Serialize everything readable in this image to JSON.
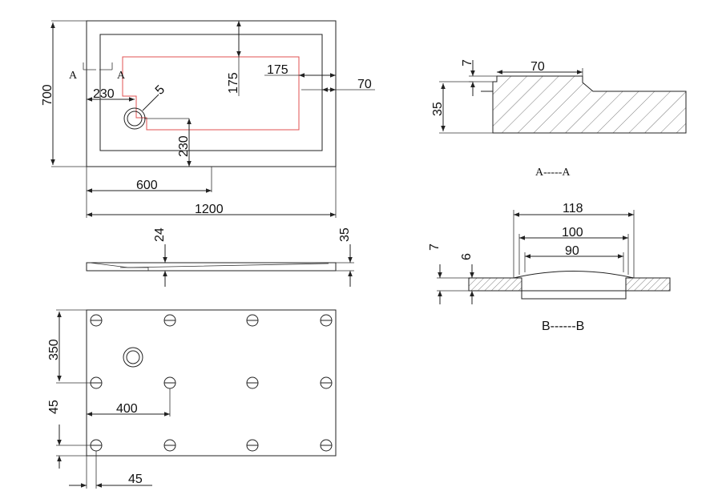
{
  "plan_view": {
    "dim_700": "700",
    "dim_175_v": "175",
    "dim_175_h": "175",
    "dim_70": "70",
    "dim_230_h": "230",
    "dim_230_v": "230",
    "dim_5": "5",
    "dim_600": "600",
    "dim_1200": "1200",
    "section_mark_left": "A",
    "section_mark_right": "A"
  },
  "side_view": {
    "dim_24": "24",
    "dim_35": "35"
  },
  "bottom_view": {
    "dim_350": "350",
    "dim_45_v": "45",
    "dim_400": "400",
    "dim_45_h": "45"
  },
  "section_a": {
    "dim_7": "7",
    "dim_70": "70",
    "dim_35": "35",
    "title": "A-----A"
  },
  "section_b": {
    "dim_118": "118",
    "dim_100": "100",
    "dim_90": "90",
    "dim_7": "7",
    "dim_6": "6",
    "title": "B------B"
  }
}
